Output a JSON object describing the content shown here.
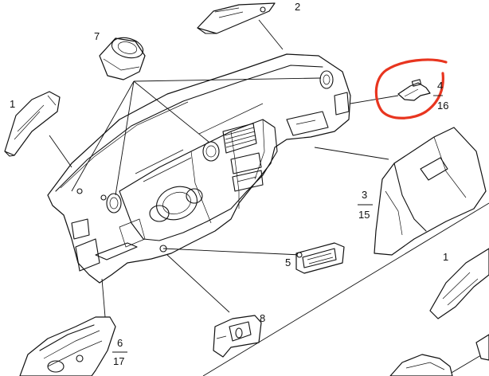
{
  "callouts": {
    "c1": "1",
    "c2": "2",
    "c3": "3",
    "c15": "15",
    "c4": "4",
    "c16": "16",
    "c5": "5",
    "c6": "6",
    "c17": "17",
    "c7": "7",
    "c8": "8",
    "c1b": "1"
  },
  "highlight": {
    "color": "#e8351f",
    "target": "4/16"
  }
}
